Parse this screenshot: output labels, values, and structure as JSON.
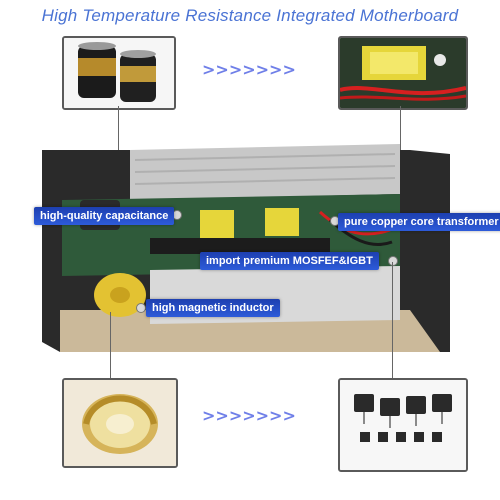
{
  "title": "High Temperature Resistance Integrated Motherboard",
  "arrows": ">>>>>>>",
  "labels": {
    "capacitance": "high-quality capacitance",
    "transformer": "pure copper core transformer",
    "mosfet": "import premium MOSFEF&IGBT",
    "inductor": "high magnetic inductor"
  },
  "colors": {
    "accent": "#4a73d4",
    "label_bg": "#2d5bd9",
    "arrow": "#6f7fe8"
  }
}
